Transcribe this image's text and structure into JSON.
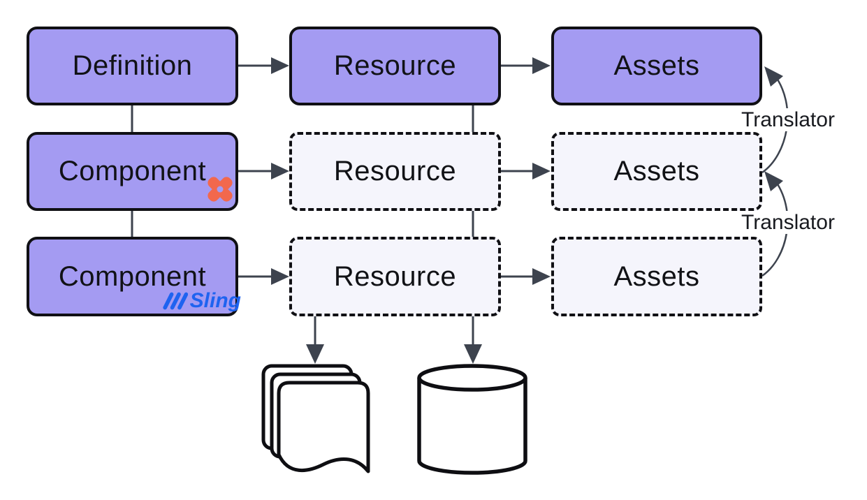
{
  "boxes": {
    "definition": {
      "label": "Definition"
    },
    "resource_top": {
      "label": "Resource"
    },
    "assets_top": {
      "label": "Assets"
    },
    "component_mid": {
      "label": "Component"
    },
    "resource_mid": {
      "label": "Resource"
    },
    "assets_mid": {
      "label": "Assets"
    },
    "component_bottom": {
      "label": "Component"
    },
    "resource_bottom": {
      "label": "Resource"
    },
    "assets_bottom": {
      "label": "Assets"
    }
  },
  "annotations": {
    "translator_top": "Translator",
    "translator_bottom": "Translator"
  },
  "logos": {
    "sling_text": "Sling"
  },
  "icons": {
    "component_mid_badge": "x-pinwheel-icon",
    "component_bottom_badge": "sling-logo",
    "resource_output_left": "documents-stack-icon",
    "resource_output_right": "database-cylinder-icon"
  },
  "colors": {
    "solid_box_fill": "#a49bf2",
    "dashed_box_fill": "#f5f5fc",
    "box_border": "#101014",
    "connector": "#3d434e",
    "x_icon_orange": "#f2684d",
    "sling_blue": "#1e63f0",
    "label_text": "#111216"
  }
}
